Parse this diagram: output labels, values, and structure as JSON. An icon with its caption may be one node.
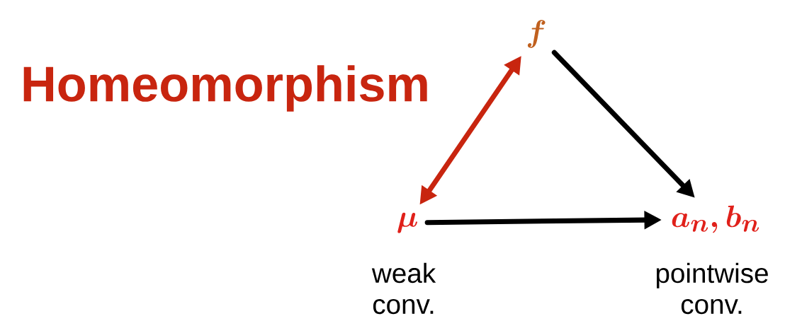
{
  "diagram": {
    "nodes": [
      {
        "text": [
          "f"
        ]
      },
      {
        "text": [
          "\\mu"
        ],
        "beside": [
          "weak conv."
        ]
      },
      {
        "text": [
          "a_n, b_n"
        ],
        "beside": [
          "pointwise conv."
        ]
      }
    ],
    "edges": [
      {
        "from": 0,
        "to": 2,
        "arrow": "to"
      },
      {
        "from": 1,
        "to": 2,
        "arrow": "to"
      },
      {
        "from": 1,
        "to": 0,
        "arrow": "both",
        "label": "Homeomorphism",
        "color": "#c8250f"
      }
    ]
  }
}
